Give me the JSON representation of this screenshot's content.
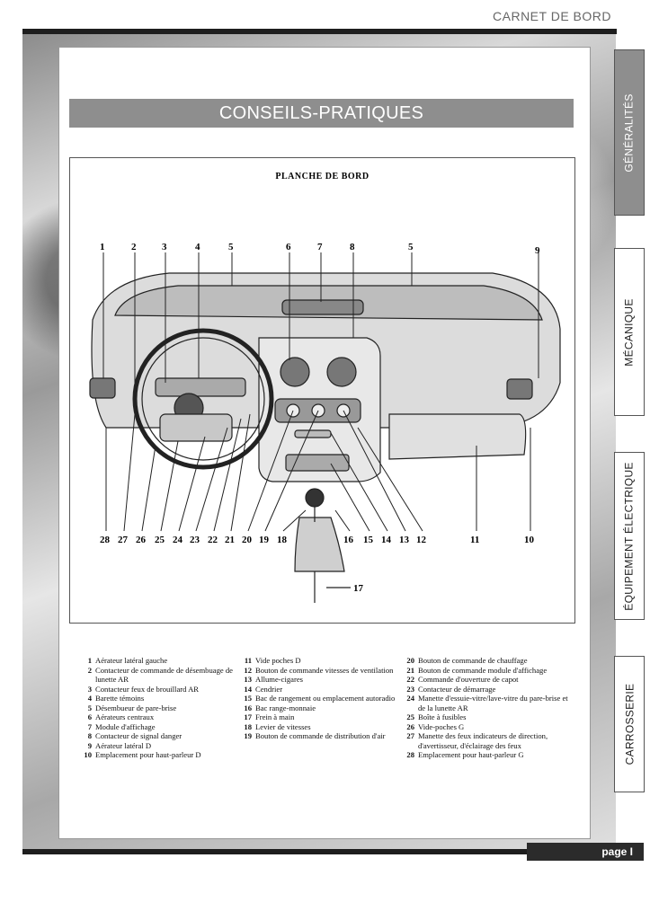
{
  "header": {
    "title": "CARNET DE BORD"
  },
  "banner": {
    "title": "CONSEILS-PRATIQUES"
  },
  "figure": {
    "title": "PLANCHE DE BORD",
    "callouts_top": [
      "1",
      "2",
      "3",
      "4",
      "5",
      "6",
      "7",
      "8",
      "5",
      "9"
    ],
    "callouts_bottom": [
      "28",
      "27",
      "26",
      "25",
      "24",
      "23",
      "22",
      "21",
      "20",
      "19",
      "18",
      "16",
      "15",
      "14",
      "13",
      "12",
      "11",
      "10"
    ],
    "callout_17": "17"
  },
  "legend": {
    "col1": [
      {
        "num": "1",
        "text": "Aérateur latéral gauche"
      },
      {
        "num": "2",
        "text": "Contacteur de commande de désembuage de lunette AR"
      },
      {
        "num": "3",
        "text": "Contacteur feux de brouillard AR"
      },
      {
        "num": "4",
        "text": "Barette témoins"
      },
      {
        "num": "5",
        "text": "Désembueur de pare-brise"
      },
      {
        "num": "6",
        "text": "Aérateurs centraux"
      },
      {
        "num": "7",
        "text": "Module d'affichage"
      },
      {
        "num": "8",
        "text": "Contacteur de signal danger"
      },
      {
        "num": "9",
        "text": "Aérateur latéral D"
      },
      {
        "num": "10",
        "text": "Emplacement pour haut-parleur D"
      }
    ],
    "col2": [
      {
        "num": "11",
        "text": "Vide poches D"
      },
      {
        "num": "12",
        "text": "Bouton de commande vitesses de ventilation"
      },
      {
        "num": "13",
        "text": "Allume-cigares"
      },
      {
        "num": "14",
        "text": "Cendrier"
      },
      {
        "num": "15",
        "text": "Bac de rangement ou emplacement autoradio"
      },
      {
        "num": "16",
        "text": "Bac range-monnaie"
      },
      {
        "num": "17",
        "text": "Frein à main"
      },
      {
        "num": "18",
        "text": "Levier de vitesses"
      },
      {
        "num": "19",
        "text": "Bouton de commande de distribution d'air"
      }
    ],
    "col3": [
      {
        "num": "20",
        "text": "Bouton de commande de chauffage"
      },
      {
        "num": "21",
        "text": "Bouton de commande module d'affichage"
      },
      {
        "num": "22",
        "text": "Commande d'ouverture de capot"
      },
      {
        "num": "23",
        "text": "Contacteur de démarrage"
      },
      {
        "num": "24",
        "text": "Manette d'essuie-vitre/lave-vitre du pare-brise et de la lunette AR"
      },
      {
        "num": "25",
        "text": "Boîte à fusibles"
      },
      {
        "num": "26",
        "text": "Vide-poches G"
      },
      {
        "num": "27",
        "text": "Manette des feux indicateurs de direction, d'avertisseur, d'éclairage des feux"
      },
      {
        "num": "28",
        "text": "Emplacement pour haut-parleur G"
      }
    ]
  },
  "tabs": [
    {
      "label": "GÉNÉRALITÉS",
      "active": true
    },
    {
      "label": "MÉCANIQUE",
      "active": false
    },
    {
      "label": "ÉQUIPEMENT ÉLECTRIQUE",
      "active": false
    },
    {
      "label": "CARROSSERIE",
      "active": false
    }
  ],
  "footer": {
    "page_label": "page I"
  }
}
